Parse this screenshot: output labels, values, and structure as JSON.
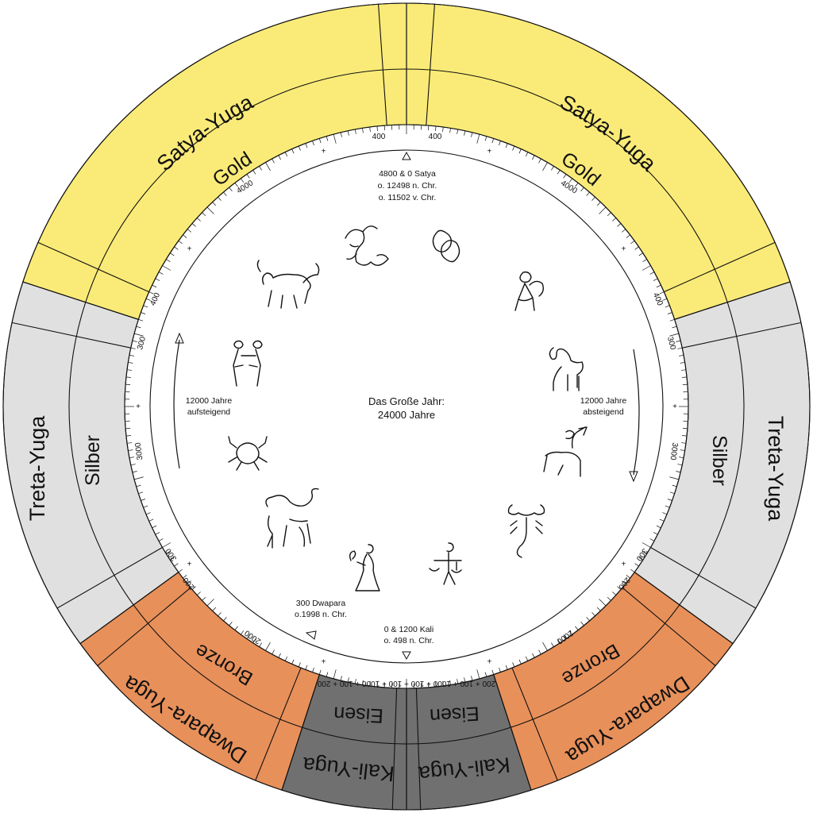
{
  "rings": {
    "yuga": [
      {
        "id": "satya-right",
        "label": "Satya-Yuga"
      },
      {
        "id": "treta-right",
        "label": "Treta-Yuga"
      },
      {
        "id": "dwapara-right",
        "label": "Dwapara-Yuga"
      },
      {
        "id": "kali-right",
        "label": "Kali-Yuga"
      },
      {
        "id": "kali-left",
        "label": "Kali-Yuga"
      },
      {
        "id": "dwapara-left",
        "label": "Dwapara-Yuga"
      },
      {
        "id": "treta-left",
        "label": "Treta-Yuga"
      },
      {
        "id": "satya-left",
        "label": "Satya-Yuga"
      }
    ],
    "metal": [
      {
        "id": "gold-right",
        "label": "Gold"
      },
      {
        "id": "silber-right",
        "label": "Silber"
      },
      {
        "id": "bronze-right",
        "label": "Bronze"
      },
      {
        "id": "eisen-right",
        "label": "Eisen"
      },
      {
        "id": "eisen-left",
        "label": "Eisen"
      },
      {
        "id": "bronze-left",
        "label": "Bronze"
      },
      {
        "id": "silber-left",
        "label": "Silber"
      },
      {
        "id": "gold-left",
        "label": "Gold"
      }
    ]
  },
  "colors": {
    "satya": "#faeb78",
    "treta": "#e0e0e0",
    "dwapara": "#e8905a",
    "kali": "#707070"
  },
  "scale_labels": {
    "top_left_400": "400",
    "top_right_400": "400",
    "upper_left_4000": "4000",
    "upper_right_4000": "4000",
    "left_400": "400",
    "right_400": "400",
    "left_300": "300",
    "right_300": "300",
    "left_3000": "3000",
    "right_3000": "3000",
    "lower_left_300": "300",
    "lower_right_300": "300",
    "lower_left_200": "200",
    "lower_right_200": "200",
    "lower_left_2000": "2000",
    "lower_right_2000": "2000",
    "bottom_sequence": "200 + 100 + 1000 + 100 + 100 + 1000 + 100 + 200"
  },
  "markers": {
    "top": [
      "4800 & 0 Satya",
      "o. 12498 n. Chr.",
      "o. 11502 v. Chr."
    ],
    "dwapara": [
      "300 Dwapara",
      "o.1998 n. Chr."
    ],
    "kali": [
      "0 & 1200 Kali",
      "o. 498 n. Chr."
    ]
  },
  "sides": {
    "left": [
      "12000 Jahre",
      "aufsteigend"
    ],
    "right": [
      "12000 Jahre",
      "absteigend"
    ]
  },
  "center": {
    "line1": "Das Große Jahr:",
    "line2": "24000 Jahre"
  },
  "zodiac": [
    "capricorn-icon",
    "pisces-icon",
    "aquarius-icon",
    "aries-icon",
    "sagittarius-icon",
    "scorpio-icon",
    "libra-icon",
    "virgo-icon",
    "leo-icon",
    "cancer-icon",
    "gemini-icon",
    "taurus-icon"
  ]
}
